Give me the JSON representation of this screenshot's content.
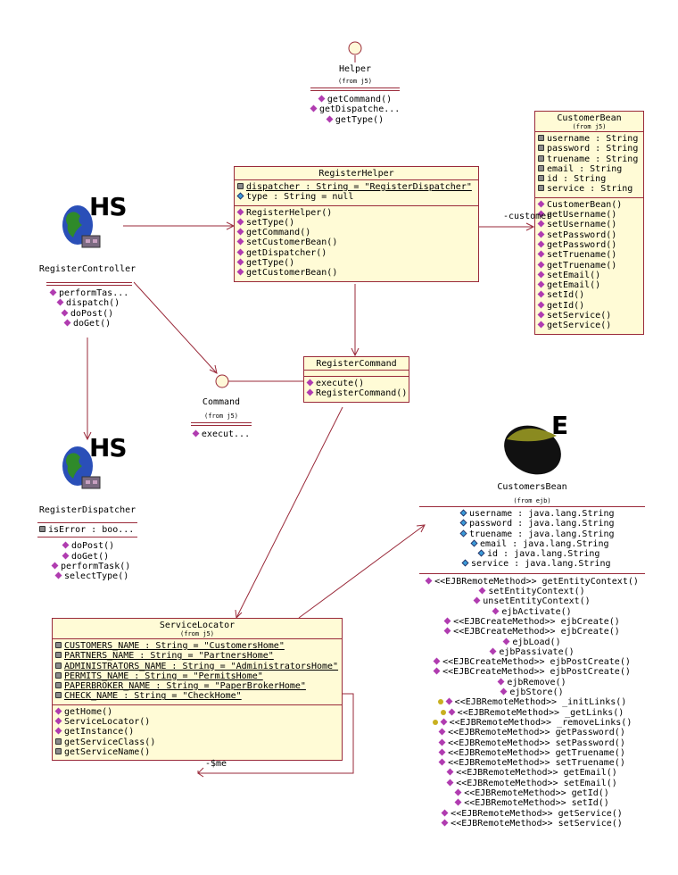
{
  "stereo_hs": "HS",
  "stereo_e": "E",
  "helper": {
    "name": "Helper",
    "from": "(from j5)",
    "ops": [
      "getCommand()",
      "getDispatche...",
      "getType()"
    ]
  },
  "command": {
    "name": "Command",
    "from": "(from j5)",
    "ops": [
      "execut..."
    ]
  },
  "register_helper": {
    "name": "RegisterHelper",
    "attrs": [
      "dispatcher : String = \"RegisterDispatcher\"",
      "type : String = null"
    ],
    "ops": [
      "RegisterHelper()",
      "setType()",
      "getCommand()",
      "setCustomerBean()",
      "getDispatcher()",
      "getType()",
      "getCustomerBean()"
    ]
  },
  "customer_bean": {
    "name": "CustomerBean",
    "from": "(from j5)",
    "attrs": [
      "username : String",
      "password : String",
      "truename : String",
      "email : String",
      "id : String",
      "service : String"
    ],
    "ops": [
      "CustomerBean()",
      "getUsername()",
      "setUsername()",
      "setPassword()",
      "getPassword()",
      "setTruename()",
      "getTruename()",
      "setEmail()",
      "getEmail()",
      "setId()",
      "getId()",
      "setService()",
      "getService()"
    ]
  },
  "register_controller": {
    "name": "RegisterController",
    "ops": [
      "performTas...",
      "dispatch()",
      "doPost()",
      "doGet()"
    ]
  },
  "register_command": {
    "name": "RegisterCommand",
    "ops": [
      "execute()",
      "RegisterCommand()"
    ]
  },
  "register_dispatcher": {
    "name": "RegisterDispatcher",
    "attrs": [
      "isError : boo..."
    ],
    "ops": [
      "doPost()",
      "doGet()",
      "performTask()",
      "selectType()"
    ]
  },
  "customers_bean": {
    "name": "CustomersBean",
    "from": "(from ejb)",
    "attrs": [
      "username : java.lang.String",
      "password : java.lang.String",
      "truename : java.lang.String",
      "email : java.lang.String",
      "id : java.lang.String",
      "service : java.lang.String"
    ],
    "ops": [
      "<<EJBRemoteMethod>> getEntityContext()",
      "setEntityContext()",
      "unsetEntityContext()",
      "ejbActivate()",
      "<<EJBCreateMethod>> ejbCreate()",
      "<<EJBCreateMethod>> ejbCreate()",
      "ejbLoad()",
      "ejbPassivate()",
      "<<EJBCreateMethod>> ejbPostCreate()",
      "<<EJBCreateMethod>> ejbPostCreate()",
      "ejbRemove()",
      "ejbStore()",
      "<<EJBRemoteMethod>> _initLinks()",
      "<<EJBRemoteMethod>> _getLinks()",
      "<<EJBRemoteMethod>> _removeLinks()",
      "<<EJBRemoteMethod>> getPassword()",
      "<<EJBRemoteMethod>> setPassword()",
      "<<EJBRemoteMethod>> getTruename()",
      "<<EJBRemoteMethod>> setTruename()",
      "<<EJBRemoteMethod>> getEmail()",
      "<<EJBRemoteMethod>> setEmail()",
      "<<EJBRemoteMethod>> getId()",
      "<<EJBRemoteMethod>> setId()",
      "<<EJBRemoteMethod>> getService()",
      "<<EJBRemoteMethod>> setService()"
    ]
  },
  "service_locator": {
    "name": "ServiceLocator",
    "from": "(from j5)",
    "attrs": [
      "CUSTOMERS_NAME : String = \"CustomersHome\"",
      "PARTNERS_NAME : String = \"PartnersHome\"",
      "ADMINISTRATORS_NAME : String = \"AdministratorsHome\"",
      "PERMITS_NAME : String = \"PermitsHome\"",
      "PAPERBROKER_NAME : String = \"PaperBrokerHome\"",
      "CHECK_NAME : String = \"CheckHome\""
    ],
    "ops": [
      "getHome()",
      "ServiceLocator()",
      "getInstance()",
      "getServiceClass()",
      "getServiceName()"
    ]
  },
  "role_customer": "-customer",
  "role_me": "-$me"
}
